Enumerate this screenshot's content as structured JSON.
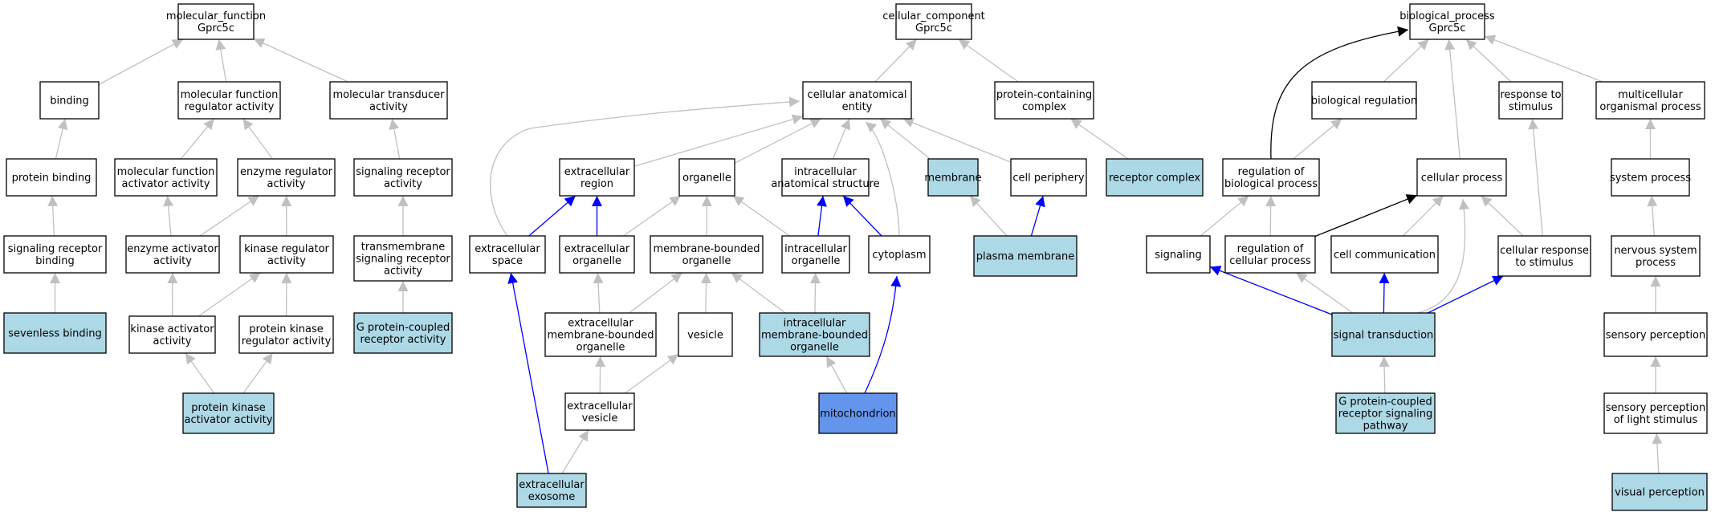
{
  "colors": {
    "default_fill": "#ffffff",
    "annotated_fill": "#add8e6",
    "highlight_fill": "#6495ed",
    "gray_edge": "#c0c0c0",
    "blue_edge": "#0000ff",
    "black_edge": "#000000"
  },
  "nodes": [
    {
      "id": "mf",
      "lines": [
        "molecular_function",
        "Gprc5c"
      ],
      "fill": "default"
    },
    {
      "id": "binding",
      "lines": [
        "binding"
      ],
      "fill": "default"
    },
    {
      "id": "mfra",
      "lines": [
        "molecular function",
        "regulator activity"
      ],
      "fill": "default"
    },
    {
      "id": "mta",
      "lines": [
        "molecular transducer",
        "activity"
      ],
      "fill": "default"
    },
    {
      "id": "pb",
      "lines": [
        "protein binding"
      ],
      "fill": "default"
    },
    {
      "id": "mfaa",
      "lines": [
        "molecular function",
        "activator activity"
      ],
      "fill": "default"
    },
    {
      "id": "era",
      "lines": [
        "enzyme regulator",
        "activity"
      ],
      "fill": "default"
    },
    {
      "id": "sra",
      "lines": [
        "signaling receptor",
        "activity"
      ],
      "fill": "default"
    },
    {
      "id": "srb",
      "lines": [
        "signaling receptor",
        "binding"
      ],
      "fill": "default"
    },
    {
      "id": "eaa",
      "lines": [
        "enzyme activator",
        "activity"
      ],
      "fill": "default"
    },
    {
      "id": "kra",
      "lines": [
        "kinase regulator",
        "activity"
      ],
      "fill": "default"
    },
    {
      "id": "tsra",
      "lines": [
        "transmembrane",
        "signaling receptor",
        "activity"
      ],
      "fill": "default"
    },
    {
      "id": "sevb",
      "lines": [
        "sevenless binding"
      ],
      "fill": "annotated"
    },
    {
      "id": "kaa",
      "lines": [
        "kinase activator",
        "activity"
      ],
      "fill": "default"
    },
    {
      "id": "pkra",
      "lines": [
        "protein kinase",
        "regulator activity"
      ],
      "fill": "default"
    },
    {
      "id": "gpcra",
      "lines": [
        "G protein-coupled",
        "receptor activity"
      ],
      "fill": "annotated"
    },
    {
      "id": "pkaa",
      "lines": [
        "protein kinase",
        "activator activity"
      ],
      "fill": "annotated"
    },
    {
      "id": "cc",
      "lines": [
        "cellular_component",
        "Gprc5c"
      ],
      "fill": "default"
    },
    {
      "id": "cae",
      "lines": [
        "cellular anatomical",
        "entity"
      ],
      "fill": "default"
    },
    {
      "id": "pcc",
      "lines": [
        "protein-containing",
        "complex"
      ],
      "fill": "default"
    },
    {
      "id": "ecr",
      "lines": [
        "extracellular",
        "region"
      ],
      "fill": "default"
    },
    {
      "id": "org",
      "lines": [
        "organelle"
      ],
      "fill": "default"
    },
    {
      "id": "ias",
      "lines": [
        "intracellular",
        "anatomical structure"
      ],
      "fill": "default"
    },
    {
      "id": "mem",
      "lines": [
        "membrane"
      ],
      "fill": "annotated"
    },
    {
      "id": "cp",
      "lines": [
        "cell periphery"
      ],
      "fill": "default"
    },
    {
      "id": "rc",
      "lines": [
        "receptor complex"
      ],
      "fill": "annotated"
    },
    {
      "id": "ecs",
      "lines": [
        "extracellular",
        "space"
      ],
      "fill": "default"
    },
    {
      "id": "eco",
      "lines": [
        "extracellular",
        "organelle"
      ],
      "fill": "default"
    },
    {
      "id": "mbo",
      "lines": [
        "membrane-bounded",
        "organelle"
      ],
      "fill": "default"
    },
    {
      "id": "io",
      "lines": [
        "intracellular",
        "organelle"
      ],
      "fill": "default"
    },
    {
      "id": "cyto",
      "lines": [
        "cytoplasm"
      ],
      "fill": "default"
    },
    {
      "id": "pm",
      "lines": [
        "plasma membrane"
      ],
      "fill": "annotated"
    },
    {
      "id": "embo",
      "lines": [
        "extracellular",
        "membrane-bounded",
        "organelle"
      ],
      "fill": "default"
    },
    {
      "id": "ves",
      "lines": [
        "vesicle"
      ],
      "fill": "default"
    },
    {
      "id": "imbo",
      "lines": [
        "intracellular",
        "membrane-bounded",
        "organelle"
      ],
      "fill": "annotated"
    },
    {
      "id": "ecv",
      "lines": [
        "extracellular",
        "vesicle"
      ],
      "fill": "default"
    },
    {
      "id": "mito",
      "lines": [
        "mitochondrion"
      ],
      "fill": "highlight"
    },
    {
      "id": "exo",
      "lines": [
        "extracellular",
        "exosome"
      ],
      "fill": "annotated"
    },
    {
      "id": "bp",
      "lines": [
        "biological_process",
        "Gprc5c"
      ],
      "fill": "default"
    },
    {
      "id": "breg",
      "lines": [
        "biological regulation"
      ],
      "fill": "default"
    },
    {
      "id": "rts",
      "lines": [
        "response to",
        "stimulus"
      ],
      "fill": "default"
    },
    {
      "id": "mop",
      "lines": [
        "multicellular",
        "organismal process"
      ],
      "fill": "default"
    },
    {
      "id": "rbp",
      "lines": [
        "regulation of",
        "biological process"
      ],
      "fill": "default"
    },
    {
      "id": "cproc",
      "lines": [
        "cellular process"
      ],
      "fill": "default"
    },
    {
      "id": "sysp",
      "lines": [
        "system process"
      ],
      "fill": "default"
    },
    {
      "id": "sig",
      "lines": [
        "signaling"
      ],
      "fill": "default"
    },
    {
      "id": "rcp",
      "lines": [
        "regulation of",
        "cellular process"
      ],
      "fill": "default"
    },
    {
      "id": "ccom",
      "lines": [
        "cell communication"
      ],
      "fill": "default"
    },
    {
      "id": "crs",
      "lines": [
        "cellular response",
        "to stimulus"
      ],
      "fill": "default"
    },
    {
      "id": "nsp",
      "lines": [
        "nervous system",
        "process"
      ],
      "fill": "default"
    },
    {
      "id": "st",
      "lines": [
        "signal transduction"
      ],
      "fill": "annotated"
    },
    {
      "id": "sp",
      "lines": [
        "sensory perception"
      ],
      "fill": "default"
    },
    {
      "id": "gpcrsp",
      "lines": [
        "G protein-coupled",
        "receptor signaling",
        "pathway"
      ],
      "fill": "annotated"
    },
    {
      "id": "spls",
      "lines": [
        "sensory perception",
        "of light stimulus"
      ],
      "fill": "default"
    },
    {
      "id": "vp",
      "lines": [
        "visual perception"
      ],
      "fill": "annotated"
    }
  ],
  "edges": [
    {
      "from": "binding",
      "to": "mf",
      "color": "gray"
    },
    {
      "from": "mfra",
      "to": "mf",
      "color": "gray"
    },
    {
      "from": "mta",
      "to": "mf",
      "color": "gray"
    },
    {
      "from": "pb",
      "to": "binding",
      "color": "gray"
    },
    {
      "from": "mfaa",
      "to": "mfra",
      "color": "gray"
    },
    {
      "from": "era",
      "to": "mfra",
      "color": "gray"
    },
    {
      "from": "sra",
      "to": "mta",
      "color": "gray"
    },
    {
      "from": "srb",
      "to": "pb",
      "color": "gray"
    },
    {
      "from": "eaa",
      "to": "mfaa",
      "color": "gray"
    },
    {
      "from": "eaa",
      "to": "era",
      "color": "gray"
    },
    {
      "from": "kra",
      "to": "era",
      "color": "gray"
    },
    {
      "from": "tsra",
      "to": "sra",
      "color": "gray"
    },
    {
      "from": "sevb",
      "to": "srb",
      "color": "gray"
    },
    {
      "from": "kaa",
      "to": "eaa",
      "color": "gray"
    },
    {
      "from": "kaa",
      "to": "kra",
      "color": "gray"
    },
    {
      "from": "pkra",
      "to": "kra",
      "color": "gray"
    },
    {
      "from": "gpcra",
      "to": "tsra",
      "color": "gray"
    },
    {
      "from": "pkaa",
      "to": "kaa",
      "color": "gray"
    },
    {
      "from": "pkaa",
      "to": "pkra",
      "color": "gray"
    },
    {
      "from": "cae",
      "to": "cc",
      "color": "gray"
    },
    {
      "from": "pcc",
      "to": "cc",
      "color": "gray"
    },
    {
      "from": "ecr",
      "to": "cae",
      "color": "gray"
    },
    {
      "from": "org",
      "to": "cae",
      "color": "gray"
    },
    {
      "from": "ias",
      "to": "cae",
      "color": "gray"
    },
    {
      "from": "mem",
      "to": "cae",
      "color": "gray"
    },
    {
      "from": "cp",
      "to": "cae",
      "color": "gray"
    },
    {
      "from": "ecs",
      "to": "cae",
      "color": "gray",
      "curve": "ecs"
    },
    {
      "from": "cyto",
      "to": "cae",
      "color": "gray",
      "curve": "cyto"
    },
    {
      "from": "rc",
      "to": "pcc",
      "color": "gray"
    },
    {
      "from": "ecs",
      "to": "ecr",
      "color": "blue"
    },
    {
      "from": "eco",
      "to": "ecr",
      "color": "blue"
    },
    {
      "from": "eco",
      "to": "org",
      "color": "gray"
    },
    {
      "from": "mbo",
      "to": "org",
      "color": "gray"
    },
    {
      "from": "io",
      "to": "org",
      "color": "gray"
    },
    {
      "from": "io",
      "to": "ias",
      "color": "blue"
    },
    {
      "from": "cyto",
      "to": "ias",
      "color": "blue"
    },
    {
      "from": "pm",
      "to": "mem",
      "color": "gray"
    },
    {
      "from": "pm",
      "to": "cp",
      "color": "blue"
    },
    {
      "from": "embo",
      "to": "eco",
      "color": "gray"
    },
    {
      "from": "embo",
      "to": "mbo",
      "color": "gray"
    },
    {
      "from": "ves",
      "to": "mbo",
      "color": "gray"
    },
    {
      "from": "imbo",
      "to": "mbo",
      "color": "gray"
    },
    {
      "from": "imbo",
      "to": "io",
      "color": "gray"
    },
    {
      "from": "ecv",
      "to": "embo",
      "color": "gray"
    },
    {
      "from": "ecv",
      "to": "ves",
      "color": "gray"
    },
    {
      "from": "mito",
      "to": "imbo",
      "color": "gray"
    },
    {
      "from": "mito",
      "to": "cyto",
      "color": "blue",
      "curve": "mito"
    },
    {
      "from": "exo",
      "to": "ecs",
      "color": "blue"
    },
    {
      "from": "exo",
      "to": "ecv",
      "color": "gray"
    },
    {
      "from": "breg",
      "to": "bp",
      "color": "gray"
    },
    {
      "from": "rts",
      "to": "bp",
      "color": "gray"
    },
    {
      "from": "mop",
      "to": "bp",
      "color": "gray"
    },
    {
      "from": "cproc",
      "to": "bp",
      "color": "gray"
    },
    {
      "from": "rbp",
      "to": "bp",
      "color": "black",
      "curve": "rbp"
    },
    {
      "from": "rbp",
      "to": "breg",
      "color": "gray"
    },
    {
      "from": "sysp",
      "to": "mop",
      "color": "gray"
    },
    {
      "from": "sig",
      "to": "rbp",
      "color": "gray"
    },
    {
      "from": "rcp",
      "to": "rbp",
      "color": "gray"
    },
    {
      "from": "rcp",
      "to": "cproc",
      "color": "black"
    },
    {
      "from": "ccom",
      "to": "cproc",
      "color": "gray"
    },
    {
      "from": "crs",
      "to": "cproc",
      "color": "gray"
    },
    {
      "from": "crs",
      "to": "rts",
      "color": "gray"
    },
    {
      "from": "nsp",
      "to": "sysp",
      "color": "gray"
    },
    {
      "from": "st",
      "to": "sig",
      "color": "blue"
    },
    {
      "from": "st",
      "to": "rcp",
      "color": "gray"
    },
    {
      "from": "st",
      "to": "ccom",
      "color": "blue"
    },
    {
      "from": "st",
      "to": "crs",
      "color": "blue"
    },
    {
      "from": "st",
      "to": "cproc",
      "color": "gray",
      "curve": "st"
    },
    {
      "from": "sp",
      "to": "nsp",
      "color": "gray"
    },
    {
      "from": "gpcrsp",
      "to": "st",
      "color": "gray"
    },
    {
      "from": "spls",
      "to": "sp",
      "color": "gray"
    },
    {
      "from": "vp",
      "to": "spls",
      "color": "gray"
    }
  ]
}
